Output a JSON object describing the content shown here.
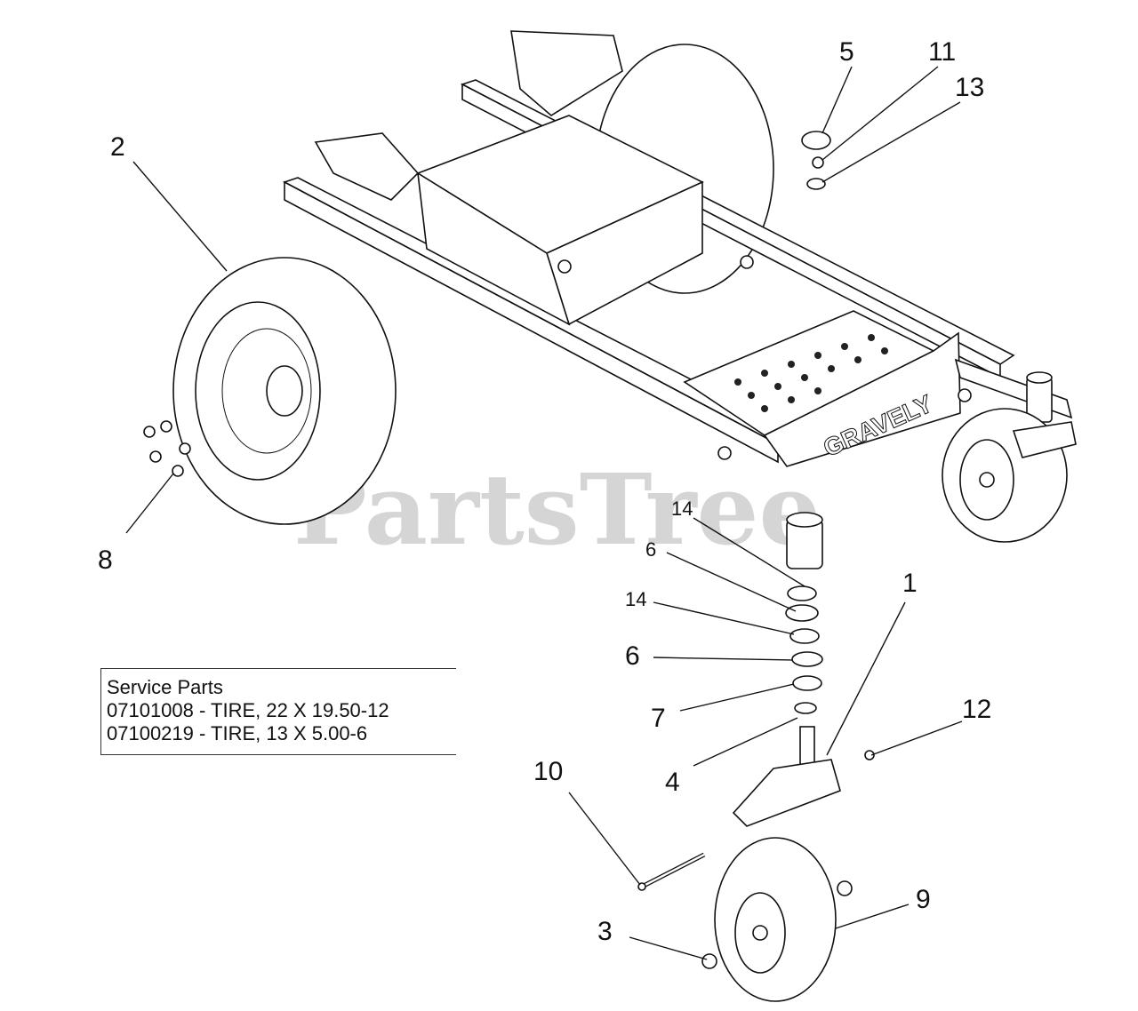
{
  "watermark": "PartsTree",
  "brand_on_frame": "GRAVELY",
  "service_parts": {
    "title": "Service Parts",
    "lines": [
      "07101008 - TIRE, 22 X 19.50-12",
      "07100219 - TIRE, 13 X 5.00-6"
    ]
  },
  "callouts": {
    "c1": "1",
    "c2": "2",
    "c3": "3",
    "c4": "4",
    "c5": "5",
    "c6a": "6",
    "c6b": "6",
    "c7": "7",
    "c8": "8",
    "c9": "9",
    "c10": "10",
    "c11": "11",
    "c12": "12",
    "c13": "13",
    "c14a": "14",
    "c14b": "14"
  }
}
